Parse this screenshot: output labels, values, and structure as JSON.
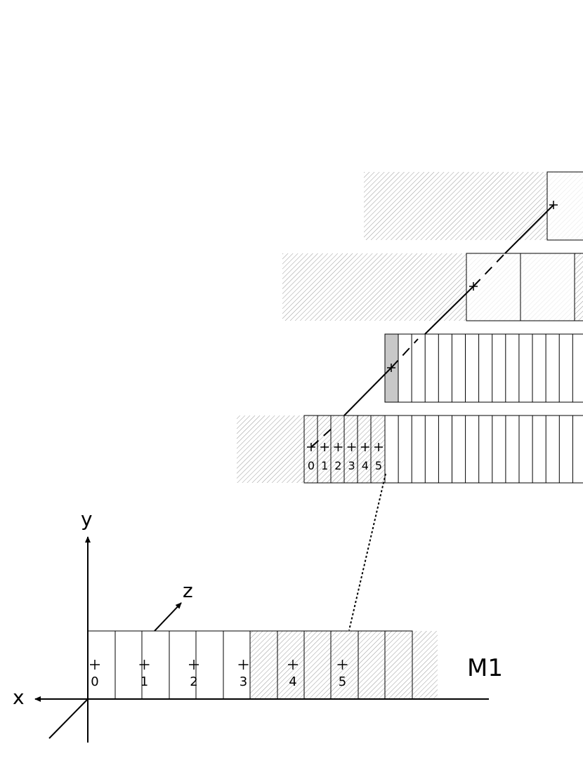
{
  "axes": {
    "x_label": "x",
    "y_label": "y",
    "z_label": "z"
  },
  "module_label": "M1",
  "m1_strip_labels": [
    "0",
    "1",
    "2",
    "3",
    "4",
    "5"
  ],
  "layer1_strip_labels": [
    "0",
    "1",
    "2",
    "3",
    "4",
    "5"
  ],
  "colors": {
    "line": "#000000",
    "hatch": "#9a9a9a",
    "highlight": "#c8c8c8",
    "background": "#ffffff"
  }
}
